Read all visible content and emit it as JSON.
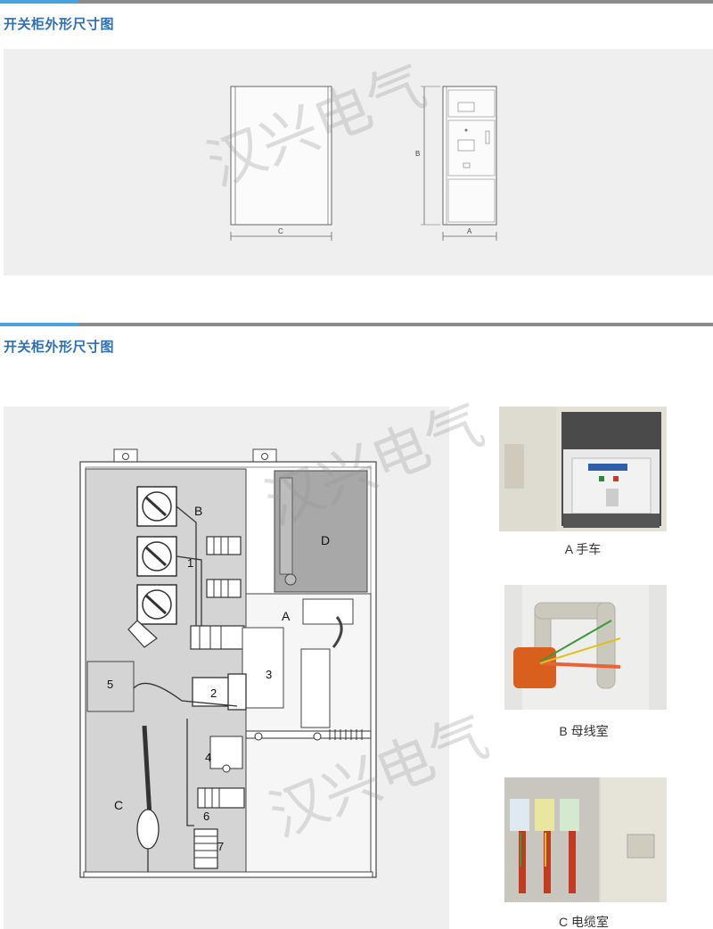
{
  "section1": {
    "title": "开关柜外形尺寸图"
  },
  "section2": {
    "title": "开关柜外形尺寸图"
  },
  "dimension_drawing": {
    "labels": {
      "width": "C",
      "height": "B",
      "depth": "A"
    }
  },
  "cross_section": {
    "compartments": {
      "d": "D",
      "b": "B",
      "a": "A",
      "c": "C"
    },
    "components": [
      "1",
      "2",
      "3",
      "4",
      "5",
      "6",
      "7"
    ]
  },
  "watermark": "汉兴电气",
  "photos": [
    {
      "caption": "A 手车"
    },
    {
      "caption": "B 母线室"
    },
    {
      "caption": "C 电缆室"
    }
  ],
  "colors": {
    "accent": "#4aa3df",
    "title": "#2f6fb4",
    "bar": "#8c8c8c",
    "panel": "#efefef",
    "dark_gray": "#a8a8a8"
  }
}
